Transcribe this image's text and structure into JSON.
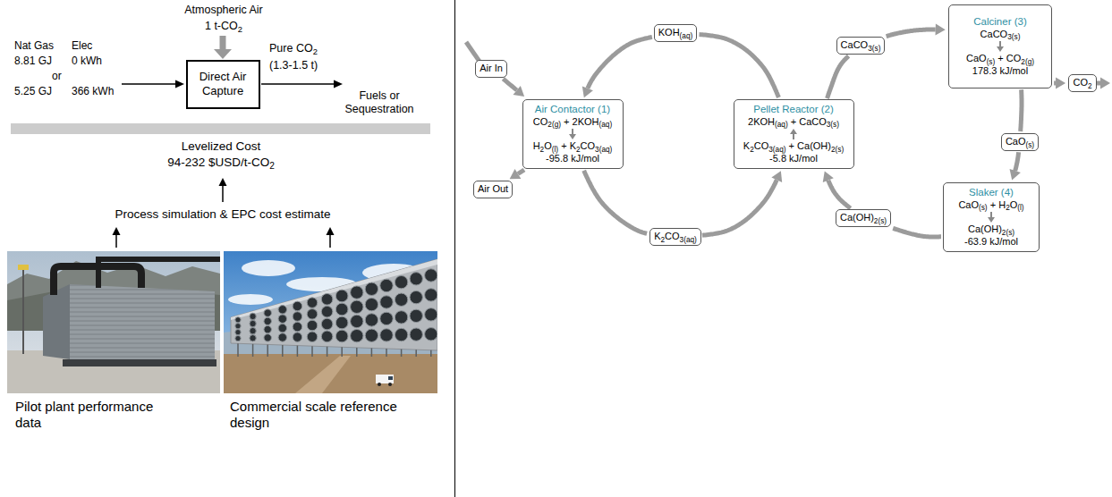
{
  "diagram": {
    "nodes": [
      {
        "text": [
          "Direct Air Capture"
        ]
      },
      {
        "text": [
          "Air In"
        ]
      },
      {
        "text": [
          "KOH(aq)"
        ]
      },
      {
        "text": [
          "CaCO3(s)"
        ]
      },
      {
        "text": [
          "Calciner (3)",
          "CaCO3(s)",
          "CaO(s) + CO2(g)",
          "178.3 kJ/mol"
        ]
      },
      {
        "text": [
          "CO2"
        ]
      },
      {
        "text": [
          "Air Contactor (1)",
          "CO2(g) + 2KOH(aq)",
          "H2O(l) + K2CO3(aq)",
          "-95.8 kJ/mol"
        ]
      },
      {
        "text": [
          "Pellet Reactor (2)",
          "2KOH(aq) + CaCO3(s)",
          "K2CO3(aq) + Ca(OH)2(s)",
          "-5.8 kJ/mol"
        ]
      },
      {
        "text": [
          "Air Out"
        ]
      },
      {
        "text": [
          "CaO(s)"
        ]
      },
      {
        "text": [
          "K2CO3(aq)"
        ]
      },
      {
        "text": [
          "Ca(OH)2(s)"
        ]
      },
      {
        "text": [
          "Slaker (4)",
          "CaO(s) + H2O(l)",
          "Ca(OH)2(s)",
          "-63.9 kJ/mol"
        ]
      }
    ],
    "edges": [
      {
        "from": 1,
        "to": 6,
        "arrow": "to"
      },
      {
        "from": 6,
        "to": 8,
        "arrow": "to"
      },
      {
        "from": 7,
        "to": 2,
        "arrow": "none"
      },
      {
        "from": 2,
        "to": 6,
        "arrow": "to"
      },
      {
        "from": 6,
        "to": 10,
        "arrow": "none"
      },
      {
        "from": 10,
        "to": 7,
        "arrow": "to"
      },
      {
        "from": 7,
        "to": 3,
        "arrow": "none"
      },
      {
        "from": 3,
        "to": 4,
        "arrow": "to"
      },
      {
        "from": 4,
        "to": 9,
        "arrow": "none"
      },
      {
        "from": 9,
        "to": 12,
        "arrow": "to"
      },
      {
        "from": 12,
        "to": 11,
        "arrow": "none"
      },
      {
        "from": 11,
        "to": 7,
        "arrow": "to"
      },
      {
        "from": 4,
        "to": 5,
        "arrow": "to"
      }
    ],
    "labels": [
      "Atmospheric Air",
      "1 t-CO2",
      "Nat Gas",
      "Elec",
      "8.81 GJ",
      "0 kWh",
      "or",
      "5.25 GJ",
      "366 kWh",
      "Pure CO2",
      "(1.3-1.5 t)",
      "Fuels or Sequestration",
      "Levelized Cost",
      "94-232 $USD/t-CO2",
      "Process simulation & EPC cost estimate",
      "Pilot plant performance data",
      "Commercial scale reference design"
    ]
  }
}
